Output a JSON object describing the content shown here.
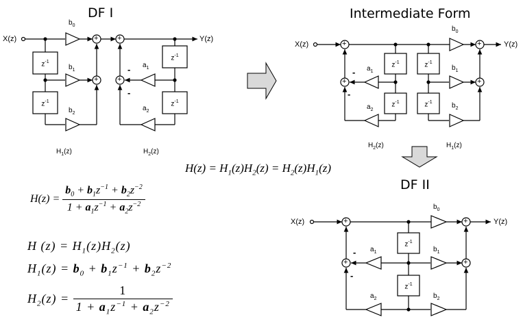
{
  "titles": {
    "df1": "DF I",
    "intermediate": "Intermediate Form",
    "df2": "DF II"
  },
  "signals": {
    "input": "X(z)",
    "output": "Y(z)"
  },
  "delay_label": "z",
  "delay_exponent": "-1",
  "coefficients": {
    "b0": [
      "b",
      "0"
    ],
    "b1": [
      "b",
      "1"
    ],
    "b2": [
      "b",
      "2"
    ],
    "a1": [
      "a",
      "1"
    ],
    "a2": [
      "a",
      "2"
    ]
  },
  "subsystems": {
    "h1": [
      "H",
      "1",
      "(z)"
    ],
    "h2": [
      "H",
      "2",
      "(z)"
    ]
  },
  "minus_sign": "-",
  "arrow_down_color": "#d9d9d9",
  "equations": {
    "center": "H(z) = H1(z)H2(z) = H2(z)H1(z)",
    "transfer": "H(z) = (b0 + b1 z^-1 + b2 z^-2) / (1 + a1 z^-1 + a2 z^-2)",
    "product": "H(z) = H1(z)H2(z)",
    "fir": "H1(z) = b0 + b1 z^-1 + b2 z^-2",
    "iir": "H2(z) = 1 / (1 + a1 z^-1 + a2 z^-2)",
    "one": "1"
  }
}
